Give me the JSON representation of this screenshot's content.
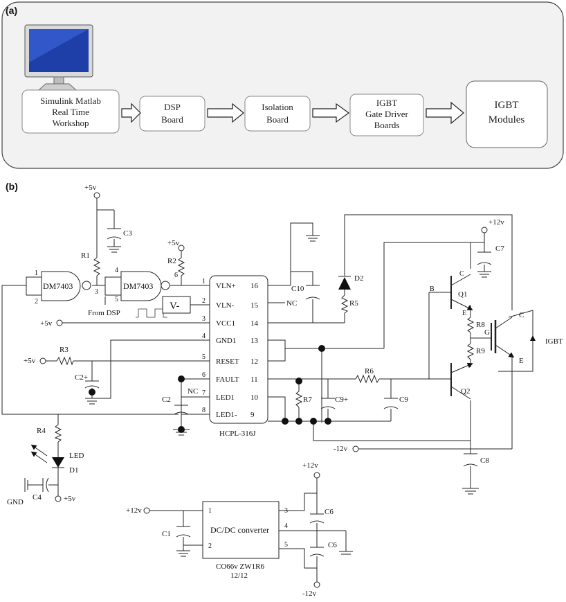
{
  "panel_a": {
    "label": "(a)",
    "blocks": [
      {
        "id": "simulink",
        "lines": [
          "Simulink Matlab",
          "Real Time",
          "Workshop"
        ]
      },
      {
        "id": "dsp",
        "lines": [
          "DSP",
          "Board"
        ]
      },
      {
        "id": "isolation",
        "lines": [
          "Isolation",
          "Board"
        ]
      },
      {
        "id": "gate",
        "lines": [
          "IGBT",
          "Gate Driver",
          "Boards"
        ]
      },
      {
        "id": "modules",
        "lines": [
          "IGBT",
          "Modules"
        ]
      }
    ]
  },
  "panel_b": {
    "label": "(b)",
    "gate_chip": "DM7403",
    "gate_pins": {
      "g1_a": "1",
      "g1_b": "2",
      "g2_a": "4",
      "g2_b": "5",
      "g1_out": "3",
      "g2_out": "6"
    },
    "from_dsp": "From DSP",
    "v_minus": "V-",
    "supply_plus5": "+5v",
    "supply_plus12": "+12v",
    "supply_minus12": "-12v",
    "resistors": {
      "r1": "R1",
      "r2": "R2",
      "r3": "R3",
      "r4": "R4",
      "r5": "R5",
      "r6": "R6",
      "r7": "R7",
      "r8": "R8",
      "r9": "R9"
    },
    "capacitors": {
      "c1": "C1",
      "c2": "C2",
      "c2p": "C2+",
      "c3": "C3",
      "c4": "C4",
      "c6": "C6",
      "c7": "C7",
      "c8": "C8",
      "c9": "C9",
      "c9p": "C9+",
      "c10": "C10"
    },
    "diodes": {
      "d1": "D1",
      "d2": "D2",
      "led": "LED"
    },
    "transistors": {
      "q1": "Q1",
      "q2": "Q2",
      "b": "B",
      "c": "C",
      "e": "E"
    },
    "igbt": {
      "label": "IGBT",
      "g": "G",
      "c": "C",
      "e": "E"
    },
    "gnd": "GND",
    "nc": "NC",
    "hcpl": {
      "name": "HCPL-316J",
      "left_pins": [
        {
          "num": "1",
          "name": "VLN+"
        },
        {
          "num": "2",
          "name": "VLN-"
        },
        {
          "num": "3",
          "name": "VCC1"
        },
        {
          "num": "4",
          "name": "GND1"
        },
        {
          "num": "5",
          "name": "RESET"
        },
        {
          "num": "6",
          "name": "FAULT"
        },
        {
          "num": "7",
          "name": "LED1"
        },
        {
          "num": "8",
          "name": "LED1-"
        }
      ],
      "right_pins": [
        "16",
        "15",
        "14",
        "13",
        "12",
        "11",
        "10",
        "9"
      ]
    },
    "dcdc": {
      "name": "DC/DC converter",
      "model": "CO66v ZW1R6",
      "ratio": "12/12",
      "pins": [
        "1",
        "2",
        "3",
        "4",
        "5"
      ]
    }
  }
}
